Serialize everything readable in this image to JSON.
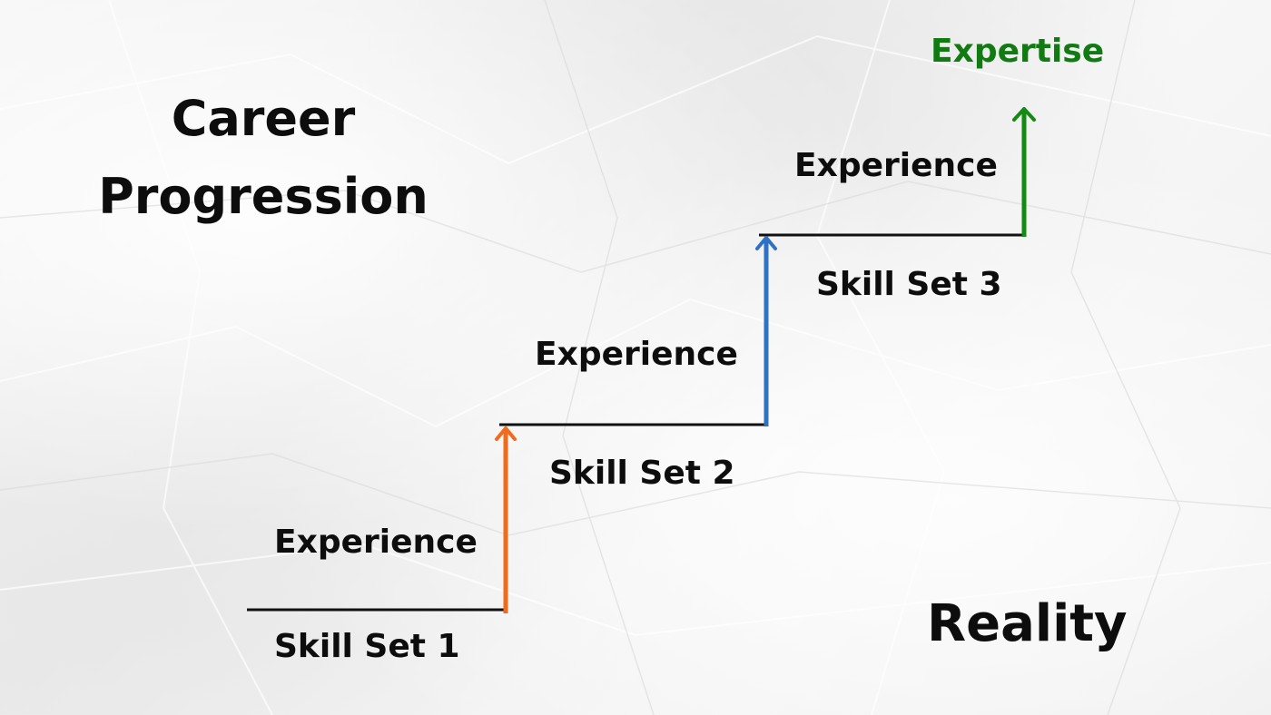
{
  "title": "Career Progression",
  "steps": [
    {
      "skill_label": "Skill Set 1",
      "experience_label": "Experience",
      "arrow_color": "#f26a1b"
    },
    {
      "skill_label": "Skill Set 2",
      "experience_label": "Experience",
      "arrow_color": "#2f72c4"
    },
    {
      "skill_label": "Skill Set 3",
      "experience_label": "Experience",
      "arrow_color": "#138a13"
    }
  ],
  "goal_label": "Expertise",
  "goal_color": "#127a12",
  "corner_label": "Reality",
  "line_color": "#111111"
}
